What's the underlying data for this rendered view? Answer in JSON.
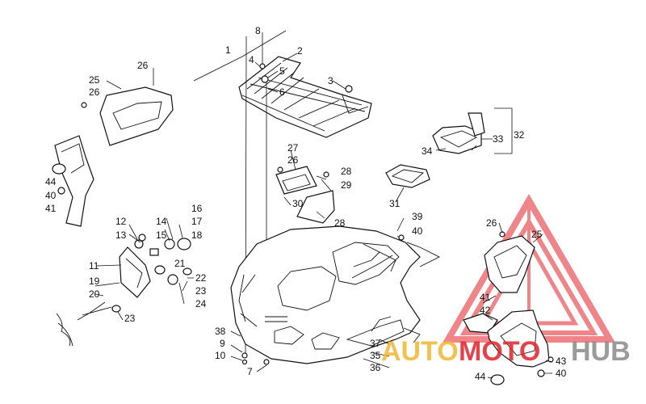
{
  "callouts": {
    "c1": "1",
    "c2": "2",
    "c3": "3",
    "c4": "4",
    "c5": "5",
    "c6": "6",
    "c7": "7",
    "c8": "8",
    "c9": "9",
    "c10": "10",
    "c11": "11",
    "c12": "12",
    "c13": "13",
    "c14": "14",
    "c15": "15",
    "c16": "16",
    "c17": "17",
    "c18": "18",
    "c19": "19",
    "c20": "20",
    "c21": "21",
    "c22": "22",
    "c23a": "23",
    "c23b": "23",
    "c24": "24",
    "c25a": "25",
    "c25b": "25",
    "c26a": "26",
    "c26b": "26",
    "c26c": "26",
    "c26d": "26",
    "c27": "27",
    "c28a": "28",
    "c28b": "28",
    "c29": "29",
    "c30": "30",
    "c31": "31",
    "c32": "32",
    "c33": "33",
    "c34": "34",
    "c35": "35",
    "c36": "36",
    "c37": "37",
    "c38": "38",
    "c39": "39",
    "c40a": "40",
    "c40b": "40",
    "c40c": "40",
    "c41a": "41",
    "c41b": "41",
    "c42": "42",
    "c43": "43",
    "c44a": "44",
    "c44b": "44"
  },
  "watermark": {
    "word_part1": "AUTO",
    "word_part2": "MOTO",
    "word_part3": "HUB",
    "color_gold": "#f2b733",
    "color_red": "#e2222a",
    "color_gray": "#8a8a8a"
  }
}
